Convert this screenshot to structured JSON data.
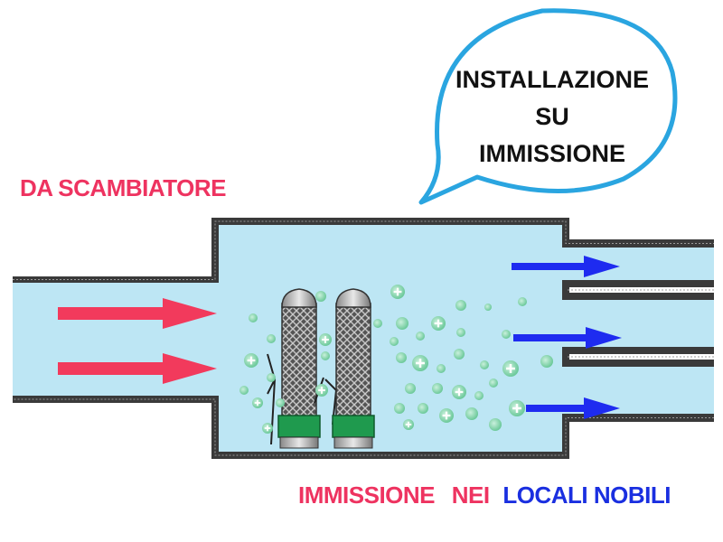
{
  "labels": {
    "source": "DA SCAMBIATORE",
    "bubble": [
      "INSTALLAZIONE",
      "SU",
      "IMMISSIONE"
    ],
    "destination_part1": "IMMISSIONE",
    "destination_part2": "NEI",
    "destination_part3": "LOCALI NOBILI"
  },
  "colors": {
    "source_text": "#ee3360",
    "destination_red": "#ee3360",
    "destination_blue": "#1a2fe0",
    "inlet_arrow": "#f23a5c",
    "outlet_arrow": "#1e2bf0",
    "duct_fill": "#bde6f4",
    "duct_wall": "#3a3a3a",
    "bubble_border": "#2aa5e0",
    "ion_green": "#7fd3a8",
    "cap_green": "#1f9a4e"
  },
  "icons": {
    "inlet": "right-arrow-icon",
    "outlet": "right-arrow-icon",
    "device": "ionizer-tube-icon",
    "ion": "plus-ion-icon"
  }
}
